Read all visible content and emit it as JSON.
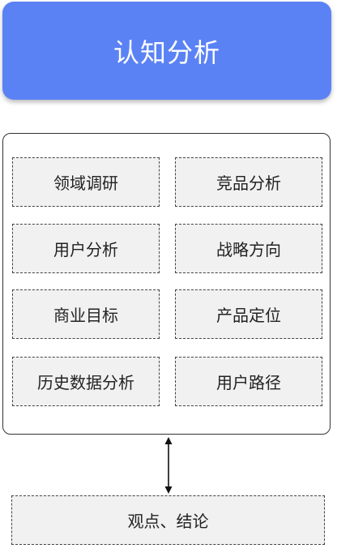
{
  "header": {
    "title": "认知分析",
    "color": "#5b82f5"
  },
  "grid": {
    "left_column": [
      "领域调研",
      "用户分析",
      "商业目标",
      "历史数据分析"
    ],
    "right_column": [
      "竞品分析",
      "战略方向",
      "产品定位",
      "用户路径"
    ]
  },
  "connector": {
    "type": "double-arrow"
  },
  "footer": {
    "label": "观点、结论"
  }
}
